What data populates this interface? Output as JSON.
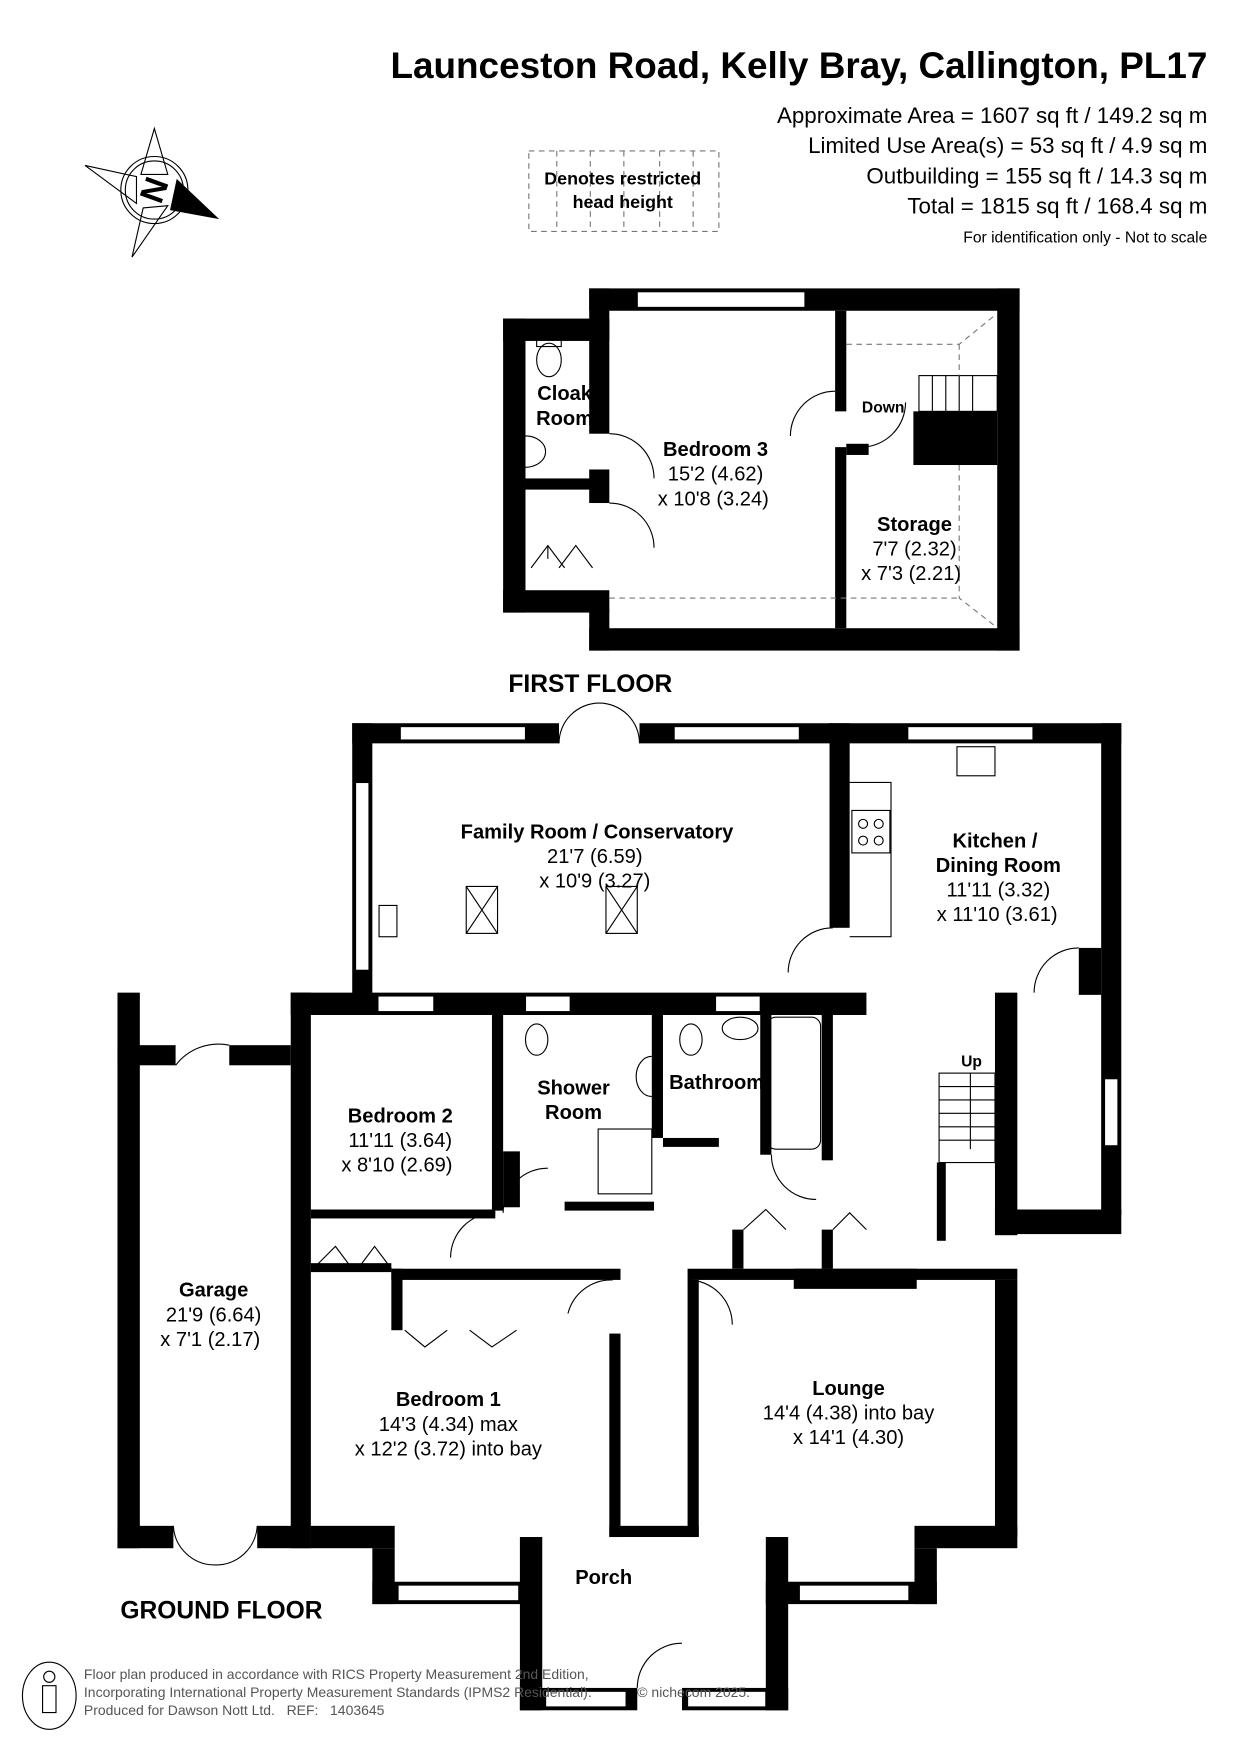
{
  "header": {
    "title": "Launceston Road, Kelly Bray, Callington, PL17",
    "areas": [
      "Approximate Area = 1607 sq ft / 149.2 sq m",
      "Limited Use Area(s) = 53 sq ft / 4.9 sq m",
      "Outbuilding = 155 sq ft / 14.3 sq m",
      "Total = 1815 sq ft / 168.4 sq m"
    ],
    "disclaimer": "For identification only - Not to scale"
  },
  "legend": {
    "line1": "Denotes restricted",
    "line2": "head height"
  },
  "compass": {
    "letter": "N"
  },
  "first_floor": {
    "label": "FIRST FLOOR",
    "rooms": {
      "cloak": {
        "name1": "Cloak",
        "name2": "Room"
      },
      "bedroom3": {
        "name": "Bedroom 3",
        "dim1": "15'2 (4.62)",
        "dim2": "x 10'8 (3.24)"
      },
      "storage": {
        "name": "Storage",
        "dim1": "7'7 (2.32)",
        "dim2": "x 7'3 (2.21)"
      },
      "stairs": {
        "label": "Down"
      }
    }
  },
  "ground_floor": {
    "label": "GROUND FLOOR",
    "rooms": {
      "family": {
        "name": "Family Room / Conservatory",
        "dim1": "21'7 (6.59)",
        "dim2": "x 10'9 (3.27)"
      },
      "kitchen": {
        "name1": "Kitchen /",
        "name2": "Dining Room",
        "dim1": "11'11 (3.32)",
        "dim2": "x 11'10 (3.61)"
      },
      "stairs": {
        "label": "Up"
      },
      "bedroom2": {
        "name": "Bedroom 2",
        "dim1": "11'11 (3.64)",
        "dim2": "x 8'10 (2.69)"
      },
      "shower": {
        "name1": "Shower",
        "name2": "Room"
      },
      "bathroom": {
        "name": "Bathroom"
      },
      "garage": {
        "name": "Garage",
        "dim1": "21'9 (6.64)",
        "dim2": "x 7'1 (2.17)"
      },
      "bedroom1": {
        "name": "Bedroom 1",
        "dim1": "14'3 (4.34) max",
        "dim2": "x 12'2 (3.72) into bay"
      },
      "lounge": {
        "name": "Lounge",
        "dim1": "14'4 (4.38) into bay",
        "dim2": "x 14'1 (4.30)"
      },
      "porch": {
        "name": "Porch"
      }
    }
  },
  "footer": {
    "line1": "Floor plan produced in accordance with RICS Property Measurement 2nd Edition,",
    "line2": "Incorporating International Property Measurement Standards (IPMS2 Residential).",
    "copyright": "© nichecom 2025.",
    "line3": "Produced for Dawson Nott Ltd.   REF:   1403645"
  }
}
